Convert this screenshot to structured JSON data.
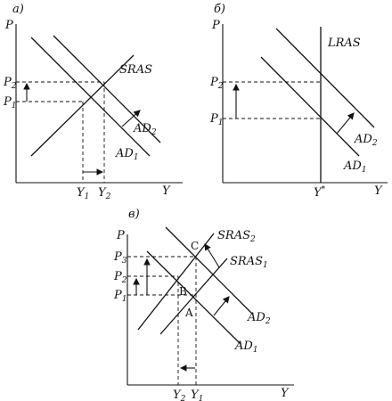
{
  "panels": [
    {
      "id": "a",
      "tag": "а)",
      "y_axis": "P",
      "x_axis": "Y",
      "curves": {
        "supply": "SRAS",
        "demand1": "AD1",
        "demand2": "AD2"
      },
      "price_levels": [
        "P1",
        "P2"
      ],
      "output_levels": [
        "Y1",
        "Y2"
      ]
    },
    {
      "id": "b",
      "tag": "б)",
      "y_axis": "P",
      "x_axis": "Y",
      "curves": {
        "supply": "LRAS",
        "demand1": "AD1",
        "demand2": "AD2"
      },
      "price_levels": [
        "P1",
        "P2"
      ],
      "output_levels": [
        "Y*"
      ]
    },
    {
      "id": "c",
      "tag": "в)",
      "y_axis": "P",
      "x_axis": "Y",
      "curves": {
        "supply1": "SRAS1",
        "supply2": "SRAS2",
        "demand1": "AD1",
        "demand2": "AD2"
      },
      "price_levels": [
        "P1",
        "P2",
        "P3"
      ],
      "output_levels": [
        "Y2",
        "Y1"
      ],
      "points": [
        "A",
        "B",
        "C"
      ]
    }
  ]
}
